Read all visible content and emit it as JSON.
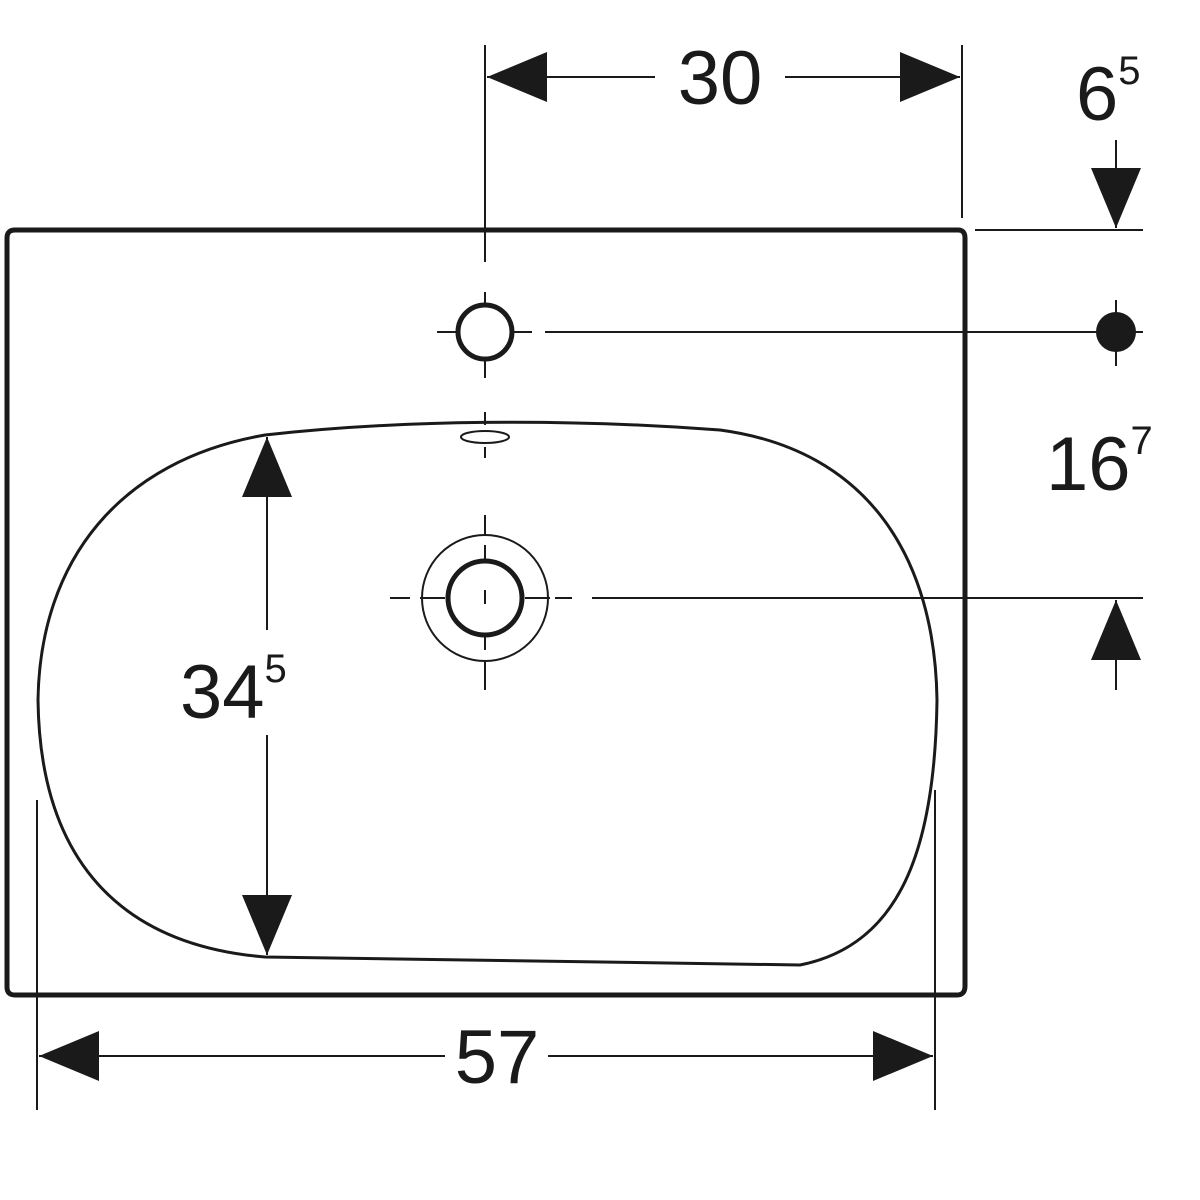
{
  "colors": {
    "line": "#1a1a1a",
    "background": "#ffffff"
  },
  "dimensions": {
    "tap_offset": {
      "main": "30",
      "sup": ""
    },
    "top_edge": {
      "main": "6",
      "sup": "5"
    },
    "tap_to_drain": {
      "main": "16",
      "sup": "7"
    },
    "bowl_depth": {
      "main": "34",
      "sup": "5"
    },
    "bowl_width": {
      "main": "57",
      "sup": ""
    }
  }
}
